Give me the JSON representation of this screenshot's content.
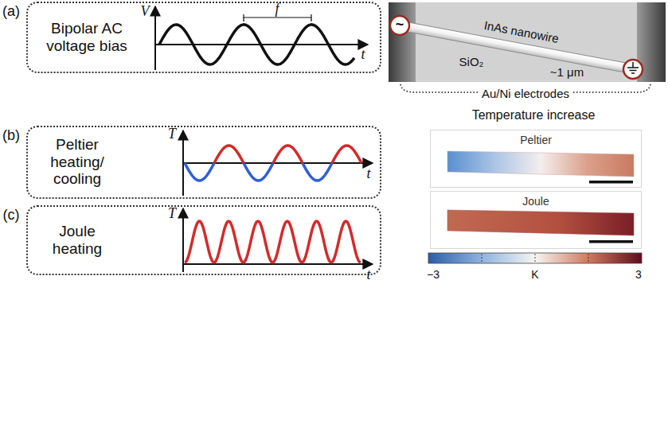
{
  "diagram": {
    "nodes": [
      {
        "text": [
          "Bipolar AC voltage bias"
        ]
      },
      {
        "text": [
          "Peltier heating/ cooling"
        ]
      },
      {
        "text": [
          "Joule heating"
        ]
      },
      {
        "text": [
          "Peltier"
        ]
      },
      {
        "text": [
          "Joule"
        ]
      }
    ],
    "labels": [
      "(a)",
      "V",
      "f",
      "t",
      "InAs nanowire",
      "SiO₂",
      "~1 μm",
      "~",
      "Au/Ni electrodes",
      "Temperature increase",
      "(b)",
      "T",
      "t",
      "(c)",
      "T",
      "t",
      "−3",
      "K",
      "3"
    ]
  }
}
